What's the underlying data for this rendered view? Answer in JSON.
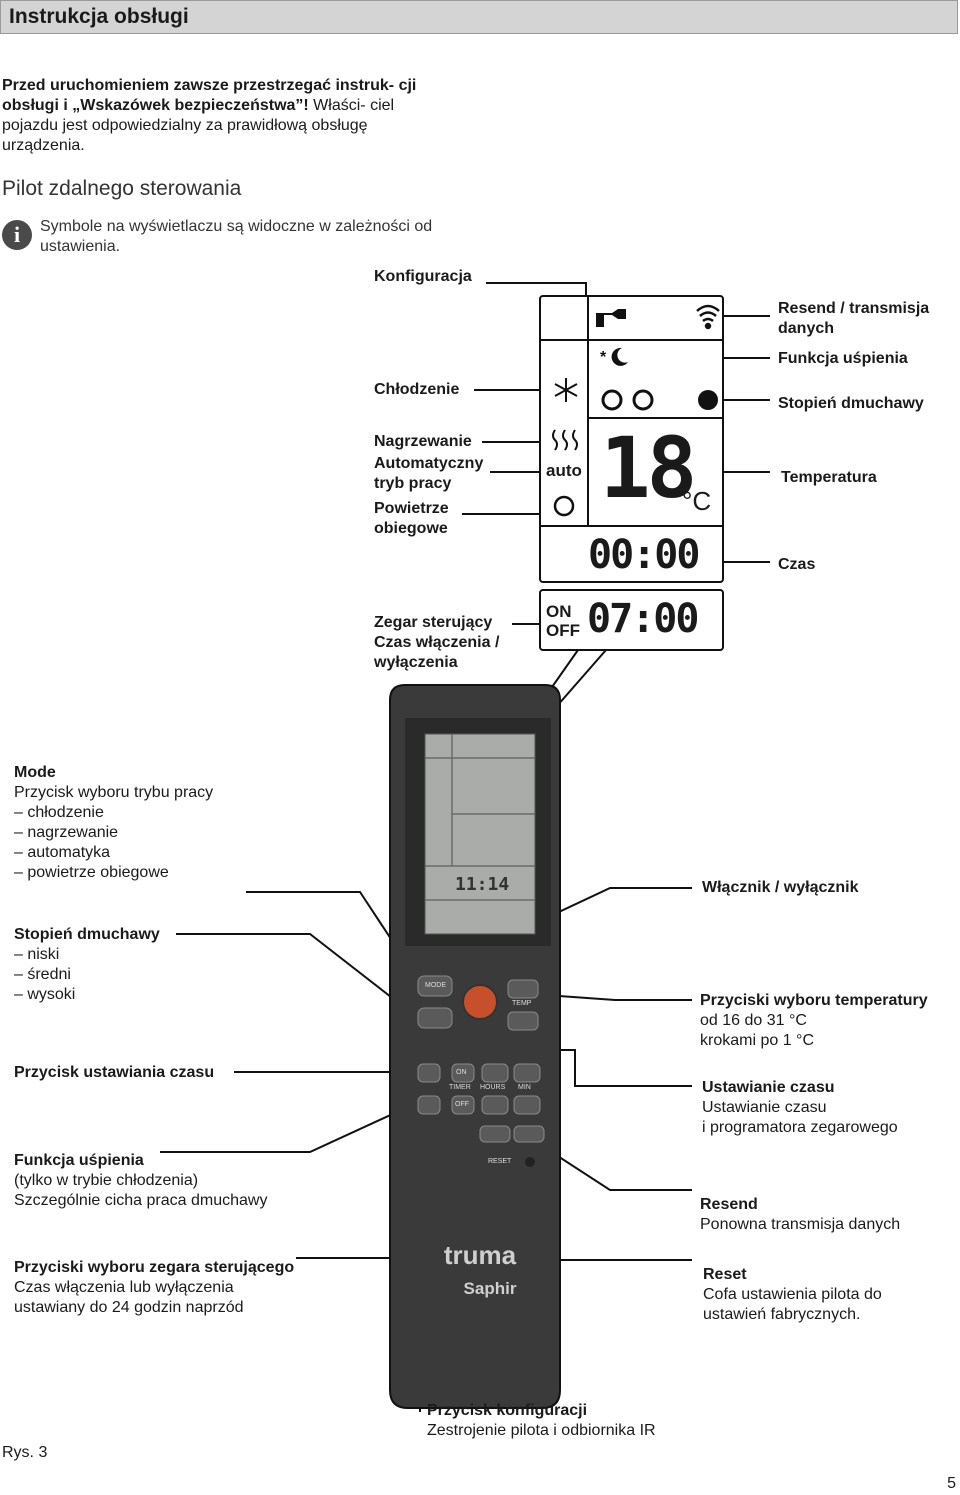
{
  "header": {
    "title": "Instrukcja obsługi"
  },
  "intro": {
    "bold": "Przed uruchomieniem zawsze przestrzegać instruk- cji obsługi i „Wskazówek bezpieczeństwa”!",
    "normal": " Właści- ciel pojazdu jest odpowiedzialny za prawidłową obsługę urządzenia."
  },
  "section": {
    "title": "Pilot zdalnego sterowania"
  },
  "info": {
    "text": "Symbole na wyświetlaczu są widoczne w zależności od ustawienia."
  },
  "display_labels": {
    "konfiguracja": "Konfiguracja",
    "chlodzenie": "Chłodzenie",
    "nagrzewanie": "Nagrzewanie",
    "automatyczny": "Automatyczny tryb pracy",
    "powietrze": "Powietrze obiegowe",
    "zegar": "Zegar sterujący Czas włączenia / wyłączenia",
    "resend": "Resend / transmisja danych",
    "funkcja_uspienia": "Funkcja uśpienia",
    "stopien": "Stopień dmuchawy",
    "temperatura": "Temperatura",
    "czas": "Czas"
  },
  "display": {
    "auto": "auto",
    "temp": "18",
    "unit": "°C",
    "time": "00:00",
    "on": "ON",
    "off": "OFF",
    "timer": "07:00"
  },
  "left_labels": {
    "mode_title": "Mode",
    "mode_lines": [
      "Przycisk wyboru trybu pracy",
      "– chłodzenie",
      "– nagrzewanie",
      "– automatyka",
      "– powietrze obiegowe"
    ],
    "fan_title": "Stopień dmuchawy",
    "fan_lines": [
      "– niski",
      "– średni",
      "– wysoki"
    ],
    "time_btn": "Przycisk ustawiania czasu",
    "sleep_title": "Funkcja uśpienia",
    "sleep_lines": [
      "(tylko w trybie chłodzenia)",
      "Szczególnie cicha praca dmuchawy"
    ],
    "timer_title": "Przyciski wyboru zegara sterującego",
    "timer_lines": [
      "Czas włączenia lub wyłączenia",
      "ustawiany do 24 godzin naprzód"
    ]
  },
  "right_labels": {
    "power": "Włącznik / wyłącznik",
    "temp_title": "Przyciski wyboru temperatury",
    "temp_lines": [
      "od 16 do 31 °C",
      "krokami po 1 °C"
    ],
    "clock_title": "Ustawianie czasu",
    "clock_lines": [
      "Ustawianie czasu",
      "i programatora zegarowego"
    ],
    "resend_title": "Resend",
    "resend_lines": [
      "Ponowna transmisja danych"
    ],
    "reset_title": "Reset",
    "reset_lines": [
      "Cofa ustawienia pilota do",
      "ustawień fabrycznych."
    ]
  },
  "bottom_label": {
    "title": "Przycisk konfiguracji",
    "text": "Zestrojenie pilota i odbiornika IR"
  },
  "remote": {
    "mode": "MODE",
    "temp": "TEMP",
    "on": "ON",
    "timer": "TIMER",
    "off": "OFF",
    "hours": "HOURS",
    "min": "MIN",
    "reset": "RESET",
    "brand": "truma",
    "model": "Saphir",
    "lcd_time": "11:14"
  },
  "figure": "Rys. 3",
  "page_number": "5"
}
